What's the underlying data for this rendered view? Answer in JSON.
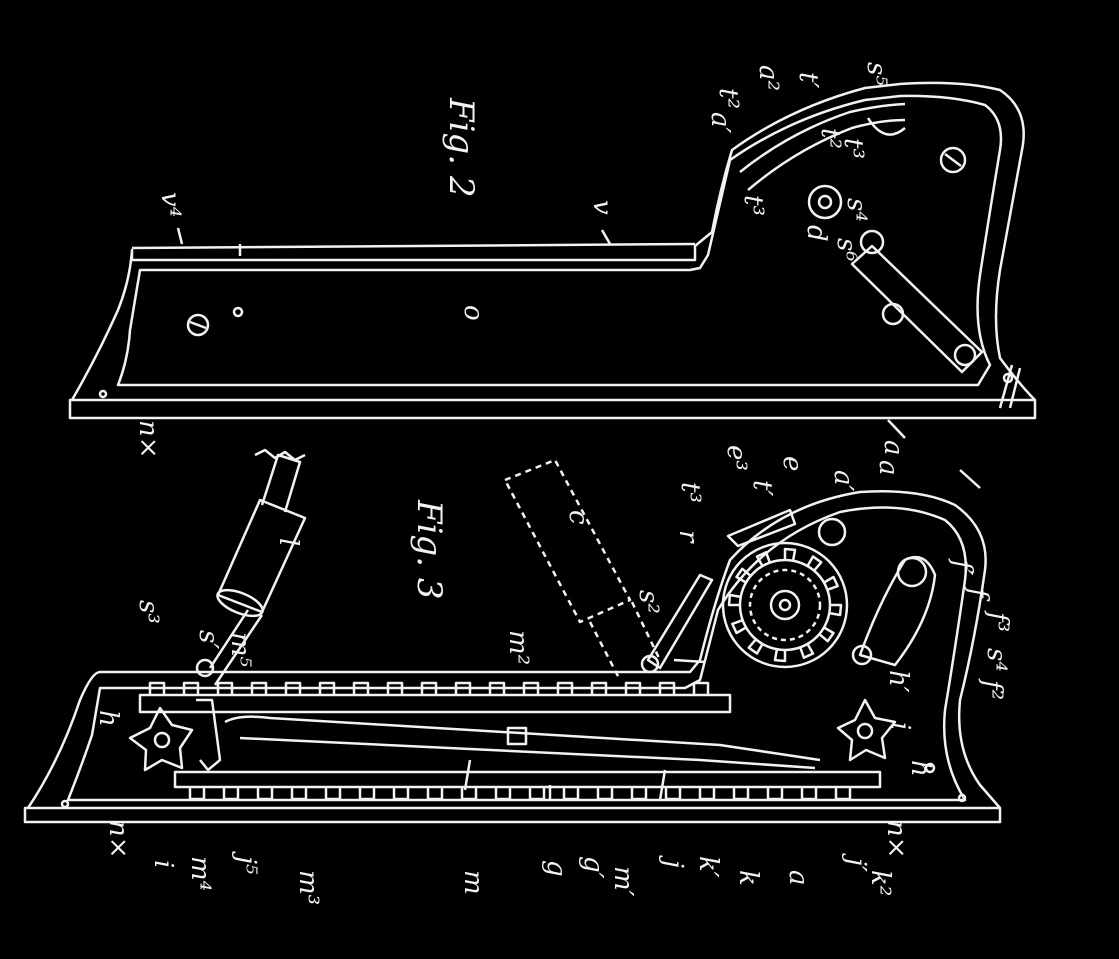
{
  "colors": {
    "background": "#000000",
    "ink": "#f2f2f2"
  },
  "figures": [
    {
      "id": "fig2",
      "title": "Fig. 2",
      "labels": {
        "v4": "v⁴",
        "v": "v",
        "o": "o",
        "nx": "n×",
        "a": "a",
        "a1": "a′",
        "a2": "a²",
        "t2a": "t²",
        "t1": "t′",
        "t2b": "t²",
        "t3a": "t³",
        "t3b": "t³",
        "s5": "s⁵",
        "s4": "s⁴",
        "s6": "s⁶",
        "d": "d"
      }
    },
    {
      "id": "fig3",
      "title": "Fig. 3",
      "labels": {
        "l": "l",
        "c": "c",
        "m2": "m²",
        "s3": "s³",
        "s1": "s′",
        "m5": "m⁵",
        "s2": "s²",
        "r": "r",
        "t3": "t³",
        "e3": "e³",
        "t1": "t′",
        "e": "e",
        "a1": "a′",
        "a": "a",
        "f1": "f′",
        "f": "f",
        "f3": "f³",
        "s4": "s⁴",
        "f2": "f²",
        "h1": "h′",
        "i_right": "i",
        "h_right": "h",
        "nx_right": "n×",
        "k2": "k²",
        "j1": "j′",
        "a_bottom": "a",
        "k": "k",
        "k1": "k′",
        "j": "j",
        "m1": "m′",
        "g1": "g′",
        "g": "g",
        "m": "m",
        "m3": "m³",
        "j5": "j⁵",
        "m4": "m⁴",
        "i": "i",
        "nx": "n×",
        "h": "h"
      }
    }
  ]
}
